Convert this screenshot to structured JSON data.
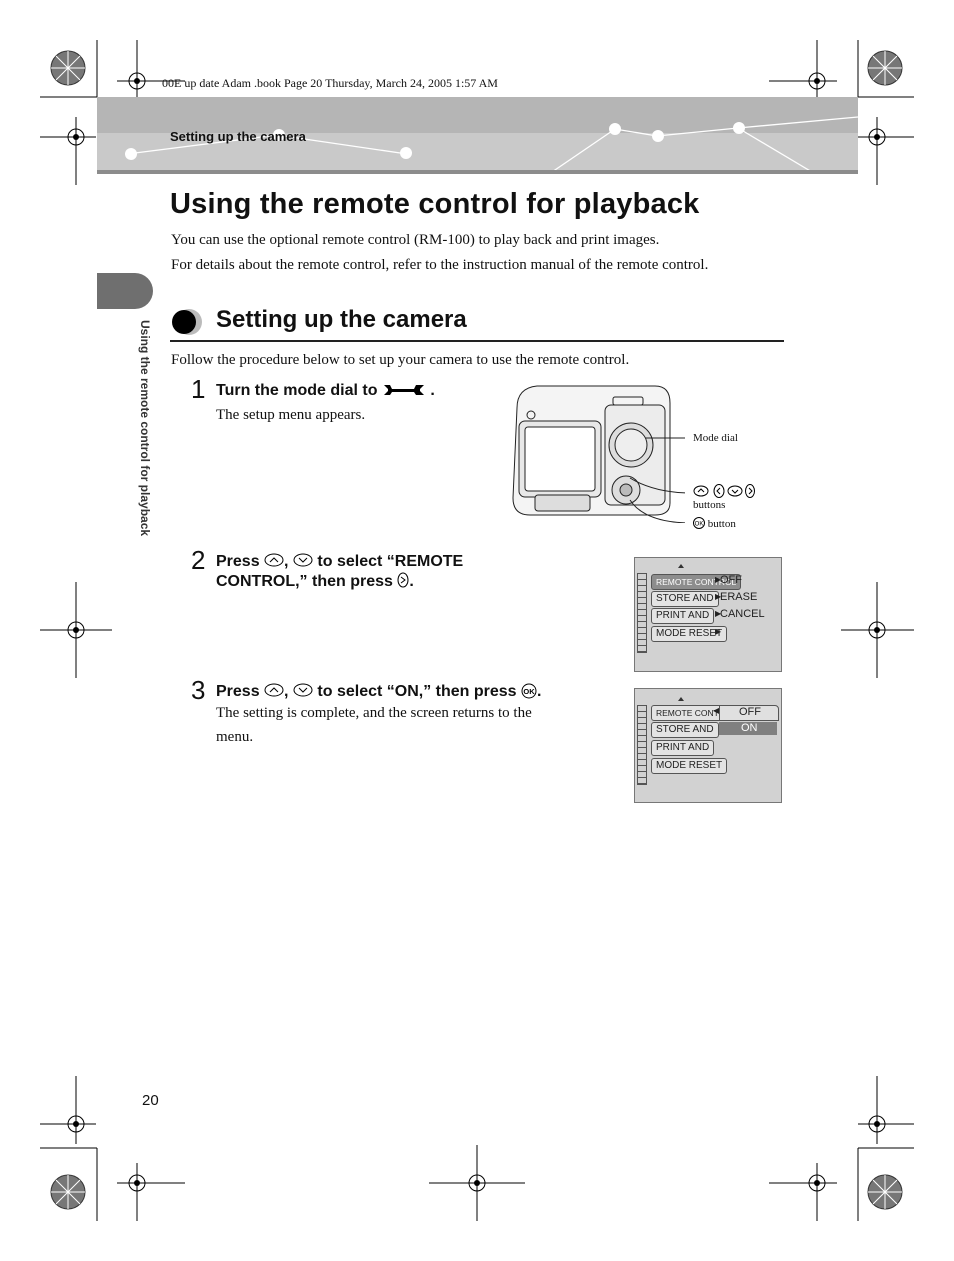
{
  "print_info": "00E up date Adam .book  Page 20  Thursday, March 24, 2005  1:57 AM",
  "header": {
    "section": "Setting up the camera"
  },
  "side_label": "Using the remote control for playback",
  "title": "Using the remote control for playback",
  "intro": [
    "You can use the optional remote control (RM-100) to play back and print images.",
    "For details about the remote control, refer to the instruction manual of the remote control."
  ],
  "section": {
    "heading": "Setting up the camera",
    "lead": "Follow the procedure below to set up your camera to use the remote control."
  },
  "steps": [
    {
      "num": "1",
      "title": "Turn the mode dial to",
      "desc": "The setup menu appears."
    },
    {
      "num": "2",
      "title_a": "Press",
      "title_b": "to select “REMOTE",
      "title_c": "CONTROL,” then press"
    },
    {
      "num": "3",
      "title_a": "Press",
      "title_b": "to select “ON,” then press",
      "desc_1": "The setting is complete, and the screen returns to the",
      "desc_2": "menu."
    }
  ],
  "camera_labels": {
    "mode_dial": "Mode dial",
    "buttons": "buttons",
    "ok_button": "button"
  },
  "screen1": {
    "items": [
      "REMOTE CONTROL",
      "STORE AND",
      "PRINT AND",
      "MODE RESET"
    ],
    "options": [
      "OFF",
      "ERASE",
      "CANCEL"
    ]
  },
  "screen2": {
    "items": [
      "REMOTE CONTROL",
      "STORE AND",
      "PRINT AND",
      "MODE RESET"
    ],
    "options": [
      "OFF",
      "ON"
    ]
  },
  "page_number": "20"
}
